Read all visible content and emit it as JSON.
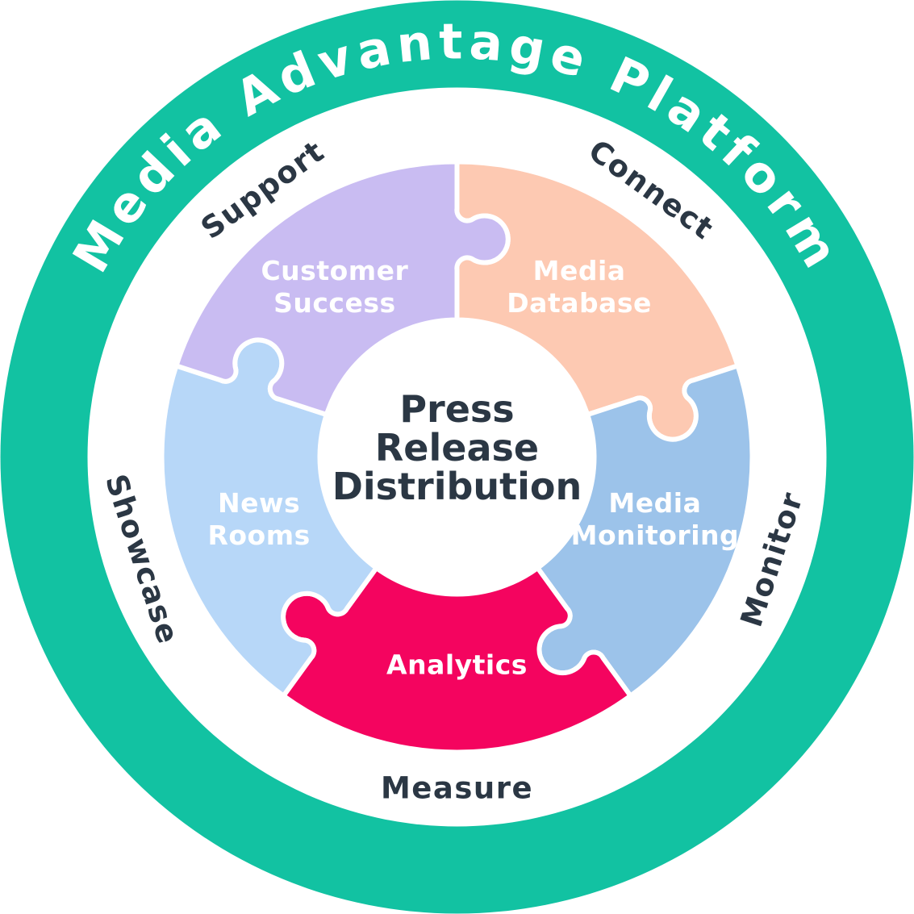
{
  "title": "Media Advantage Platform",
  "center": {
    "lines": [
      "Press",
      "Release",
      "Distribution"
    ]
  },
  "colors": {
    "outer_ring": "#12C2A2",
    "label_ring": "#FFFFFF",
    "navy_text": "#2B3744",
    "white_text": "#FFFFFF",
    "divider": "#FFFFFF"
  },
  "segments": [
    {
      "id": "media-database",
      "ring_label": "Connect",
      "label_lines": [
        "Media",
        "Database"
      ],
      "color": "#FDC9B2"
    },
    {
      "id": "media-monitoring",
      "ring_label": "Monitor",
      "label_lines": [
        "Media",
        "Monitoring"
      ],
      "color": "#9CC3EA"
    },
    {
      "id": "analytics",
      "ring_label": "Measure",
      "label_lines": [
        "Analytics"
      ],
      "color": "#F4045F"
    },
    {
      "id": "news-rooms",
      "ring_label": "Showcase",
      "label_lines": [
        "News",
        "Rooms"
      ],
      "color": "#B7D7F8"
    },
    {
      "id": "customer-success",
      "ring_label": "Support",
      "label_lines": [
        "Customer",
        "Success"
      ],
      "color": "#C9BCF2"
    }
  ]
}
